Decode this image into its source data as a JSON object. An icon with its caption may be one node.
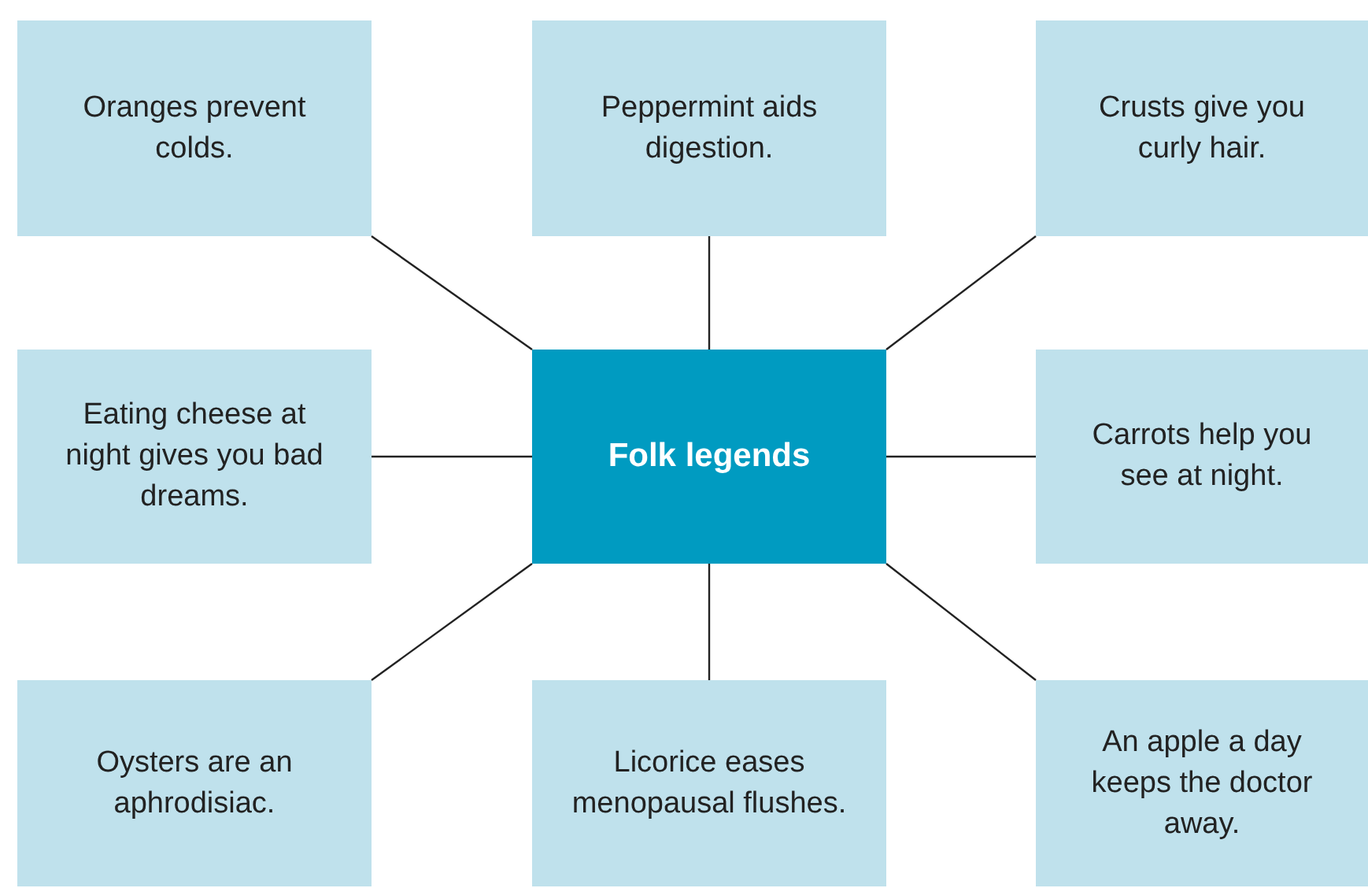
{
  "diagram": {
    "nodes": [
      {
        "text": [
          "Oranges prevent colds."
        ]
      },
      {
        "text": [
          "Peppermint aids digestion."
        ]
      },
      {
        "text": [
          "Crusts give you curly hair."
        ]
      },
      {
        "text": [
          "Eating cheese at night gives you bad dreams."
        ]
      },
      {
        "text": [
          "Folk legends"
        ]
      },
      {
        "text": [
          "Carrots help you see at night."
        ]
      },
      {
        "text": [
          "Oysters are an aphrodisiac."
        ]
      },
      {
        "text": [
          "Licorice eases menopausal flushes."
        ]
      },
      {
        "text": [
          "An apple a day keeps the doctor away."
        ]
      }
    ],
    "edges": [
      {
        "from": 4,
        "to": 0,
        "arrow": "none"
      },
      {
        "from": 4,
        "to": 1,
        "arrow": "none"
      },
      {
        "from": 4,
        "to": 2,
        "arrow": "none"
      },
      {
        "from": 4,
        "to": 3,
        "arrow": "none"
      },
      {
        "from": 4,
        "to": 5,
        "arrow": "none"
      },
      {
        "from": 4,
        "to": 6,
        "arrow": "none"
      },
      {
        "from": 4,
        "to": 7,
        "arrow": "none"
      },
      {
        "from": 4,
        "to": 8,
        "arrow": "none"
      }
    ]
  }
}
